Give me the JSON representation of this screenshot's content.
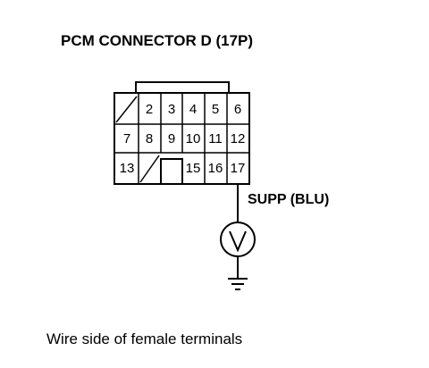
{
  "title": "PCM CONNECTOR D (17P)",
  "connector": {
    "row1": [
      "",
      "2",
      "3",
      "4",
      "5",
      "6"
    ],
    "row2": [
      "7",
      "8",
      "9",
      "10",
      "11",
      "12"
    ],
    "row3": [
      "13",
      "",
      "",
      "15",
      "16",
      "17"
    ]
  },
  "wire_label": "SUPP (BLU)",
  "meter_symbol": "V",
  "caption": "Wire side of female terminals"
}
